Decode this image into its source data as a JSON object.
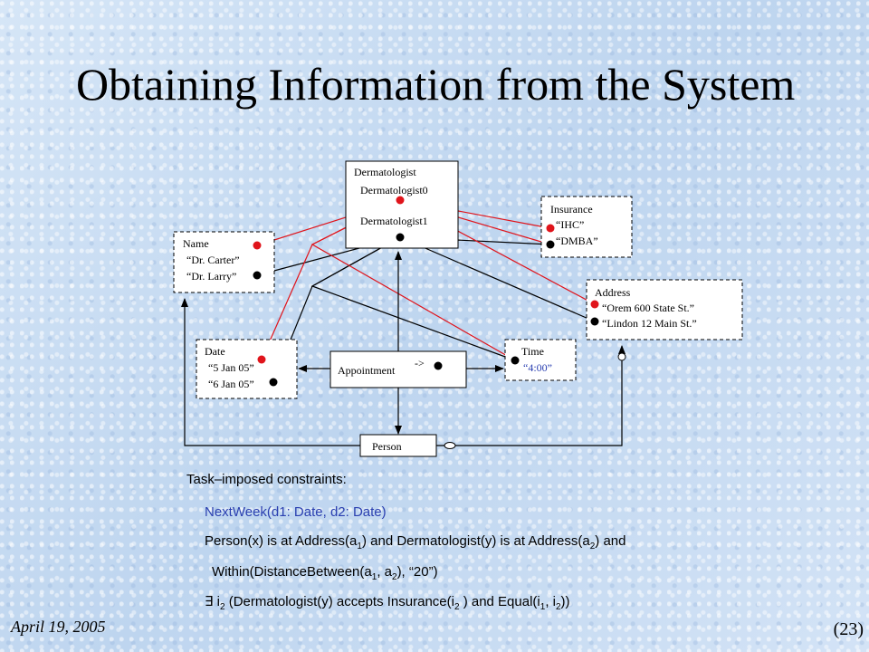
{
  "slide": {
    "title": "Obtaining Information from the System",
    "date": "April 19, 2005",
    "page": "(23)"
  },
  "diagram": {
    "dermatologist": {
      "label": "Dermatologist",
      "values": [
        "Dermatologist0",
        "Dermatologist1"
      ]
    },
    "insurance": {
      "label": "Insurance",
      "values": [
        "“IHC”",
        "“DMBA”"
      ]
    },
    "name": {
      "label": "Name",
      "values": [
        "“Dr. Carter”",
        "“Dr. Larry”"
      ]
    },
    "address": {
      "label": "Address",
      "values": [
        "“Orem 600 State St.”",
        "“Lindon 12 Main St.”"
      ]
    },
    "date": {
      "label": "Date",
      "values": [
        "“5 Jan 05”",
        "“6 Jan 05”"
      ]
    },
    "time": {
      "label": "Time",
      "values": [
        "“4:00”"
      ]
    },
    "appointment": {
      "label": "Appointment",
      "arrow": "->"
    },
    "person": {
      "label": "Person"
    },
    "colors": {
      "red_link": "#e0141b",
      "black_link": "#000000",
      "time_value": "#2a3fb0"
    }
  },
  "constraints": {
    "heading": "Task–imposed constraints:",
    "line1": "NextWeek(d1: Date, d2: Date)",
    "line2": {
      "a": "Person(x) is at Address(a",
      "s1": "1",
      "b": ") and Dermatologist(y) is at Address(a",
      "s2": "2",
      "c": ") and"
    },
    "line3": {
      "a": "Within(DistanceBetween(a",
      "s1": "1",
      "b": ", a",
      "s2": "2",
      "c": "), “20”)"
    },
    "line4": {
      "a": "∃ i",
      "s1": "2",
      "b": " (Dermatologist(y) accepts Insurance(i",
      "s2": "2",
      "c": " ) and Equal(i",
      "s3": "1",
      "d": ", i",
      "s4": "2",
      "e": "))"
    }
  }
}
